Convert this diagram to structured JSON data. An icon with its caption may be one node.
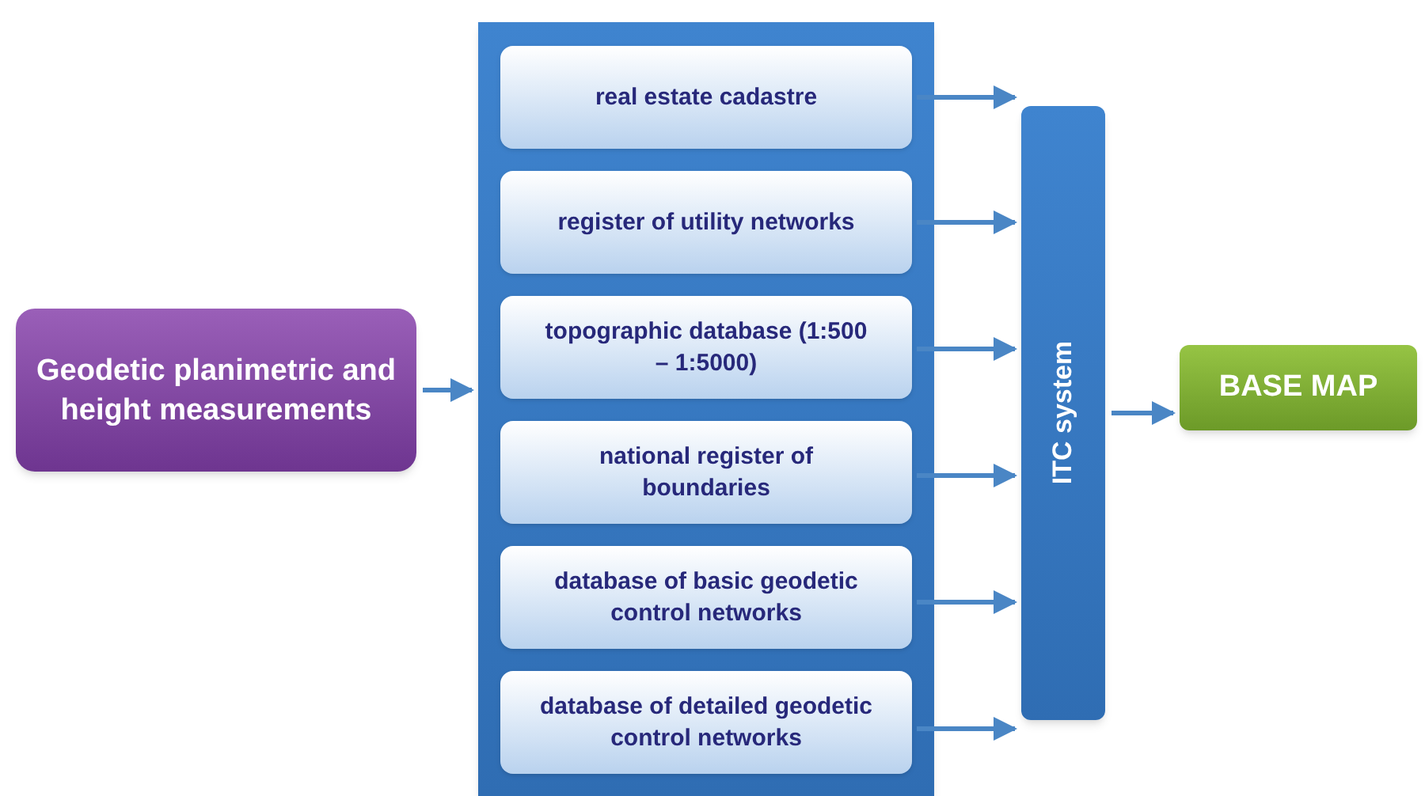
{
  "diagram": {
    "nodes": [
      {
        "text": [
          "Geodetic planimetric and height measurements"
        ]
      },
      {
        "text": [],
        "shape": "box"
      },
      {
        "text": [
          "real estate cadastre"
        ],
        "in": 1
      },
      {
        "text": [
          "register of utility networks"
        ],
        "in": 1
      },
      {
        "text": [
          "topographic database (1:500 – 1:5000)"
        ],
        "in": 1
      },
      {
        "text": [
          "national register of boundaries"
        ],
        "in": 1
      },
      {
        "text": [
          "database of basic geodetic control networks"
        ],
        "in": 1
      },
      {
        "text": [
          "database of detailed geodetic control networks"
        ],
        "in": 1
      },
      {
        "text": [
          "ITC system"
        ]
      },
      {
        "text": [
          "BASE MAP"
        ]
      }
    ],
    "edges": [
      {
        "from": 0,
        "to": 1,
        "arrow": "to"
      },
      {
        "from": 2,
        "to": 8,
        "arrow": "to"
      },
      {
        "from": 3,
        "to": 8,
        "arrow": "to"
      },
      {
        "from": 4,
        "to": 8,
        "arrow": "to"
      },
      {
        "from": 5,
        "to": 8,
        "arrow": "to"
      },
      {
        "from": 6,
        "to": 8,
        "arrow": "to"
      },
      {
        "from": 7,
        "to": 8,
        "arrow": "to"
      },
      {
        "from": 8,
        "to": 9,
        "arrow": "to"
      }
    ]
  }
}
